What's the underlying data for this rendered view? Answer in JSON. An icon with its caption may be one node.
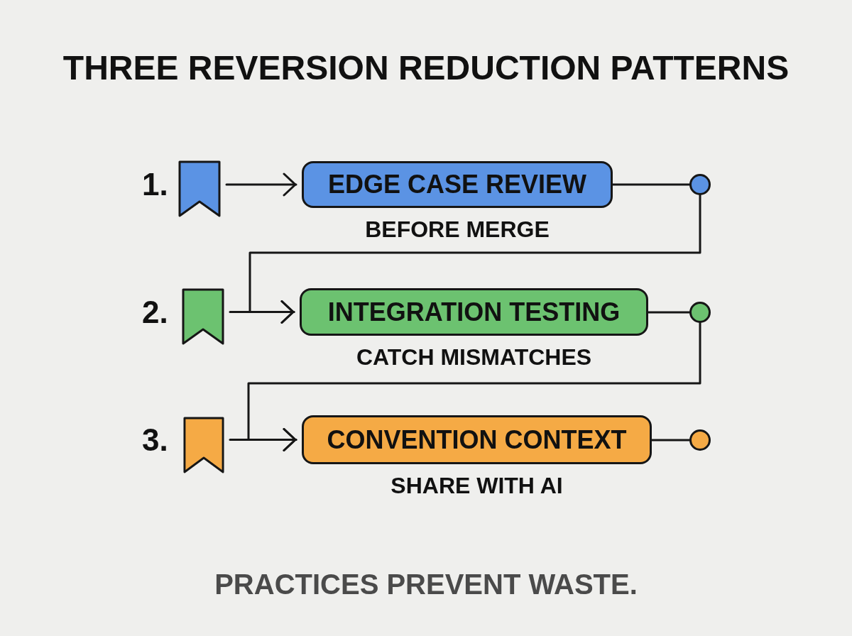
{
  "diagram": {
    "title": "THREE REVERSION REDUCTION PATTERNS",
    "caption": "PRACTICES PREVENT WASTE.",
    "nodes": [
      {
        "text": [],
        "shape": "bookmark"
      },
      {
        "text": [
          "EDGE CASE REVIEW"
        ],
        "beside": [
          "BEFORE MERGE"
        ]
      },
      {
        "text": [],
        "shape": "circle"
      },
      {
        "text": [],
        "shape": "bookmark"
      },
      {
        "text": [
          "INTEGRATION TESTING"
        ],
        "beside": [
          "CATCH MISMATCHES"
        ]
      },
      {
        "text": [],
        "shape": "circle"
      },
      {
        "text": [],
        "shape": "bookmark"
      },
      {
        "text": [
          "CONVENTION CONTEXT"
        ],
        "beside": [
          "SHARE WITH AI"
        ]
      },
      {
        "text": [],
        "shape": "circle"
      }
    ],
    "edges": [
      {
        "from": 0,
        "to": 1,
        "arrow": "to"
      },
      {
        "from": 1,
        "to": 2,
        "arrow": "none"
      },
      {
        "from": 2,
        "to": 4,
        "arrow": "to"
      },
      {
        "from": 3,
        "to": 4,
        "arrow": "to"
      },
      {
        "from": 4,
        "to": 5,
        "arrow": "none"
      },
      {
        "from": 5,
        "to": 7,
        "arrow": "to"
      },
      {
        "from": 6,
        "to": 7,
        "arrow": "to"
      },
      {
        "from": 7,
        "to": 8,
        "arrow": "none"
      }
    ],
    "labels": [
      "1.",
      "2.",
      "3."
    ]
  }
}
